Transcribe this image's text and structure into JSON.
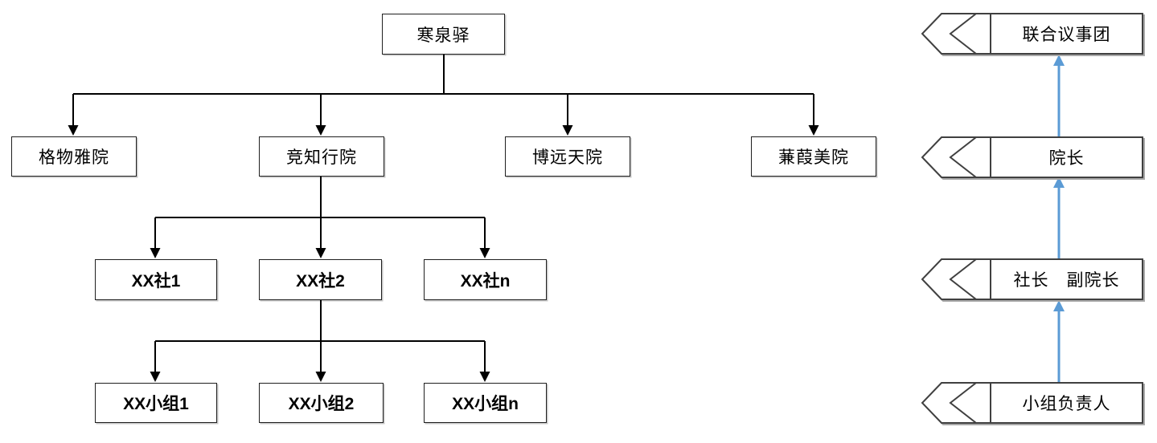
{
  "diagram_title": "organization-structure-chart",
  "org_chart": {
    "root": {
      "label": "寒泉驿"
    },
    "level2": [
      {
        "label": "格物雅院"
      },
      {
        "label": "竞知行院"
      },
      {
        "label": "博远天院"
      },
      {
        "label": "蒹葭美院"
      }
    ],
    "level3": [
      {
        "label": "XX社1"
      },
      {
        "label": "XX社2"
      },
      {
        "label": "XX社n"
      }
    ],
    "level4": [
      {
        "label": "XX小组1"
      },
      {
        "label": "XX小组2"
      },
      {
        "label": "XX小组n"
      }
    ]
  },
  "role_legend": {
    "items": [
      {
        "label": "联合议事团"
      },
      {
        "label": "院长"
      },
      {
        "label": "社长　副院长"
      },
      {
        "label": "小组负责人"
      }
    ]
  },
  "colors": {
    "background": "#FFFFFF",
    "box_border": "#1F1F1F",
    "connector": "#000000",
    "role_shape_outline": "#404040",
    "escalation_arrow_blue": "#5B9BD5",
    "shadow_gray": "#A8A8A8"
  }
}
